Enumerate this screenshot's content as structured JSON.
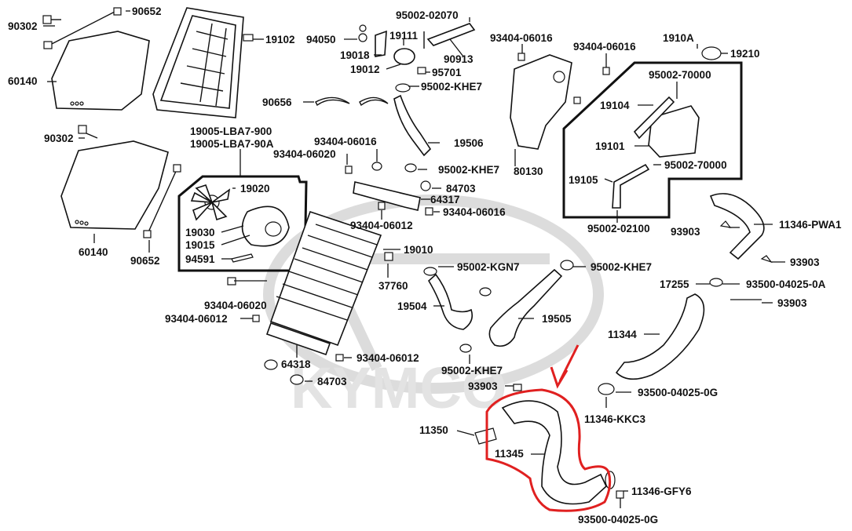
{
  "watermark": {
    "text": "KYMCO"
  },
  "highlight": {
    "color": "#e02020"
  },
  "labels": {
    "l90302a": "90302",
    "l90652a": "90652",
    "l60140a": "60140",
    "l90302b": "90302",
    "l60140b": "60140",
    "l90652b": "90652",
    "l19102": "19102",
    "l94050": "94050",
    "l19111": "19111",
    "l19018": "19018",
    "l19012": "19012",
    "l95701": "95701",
    "l9500202070": "95002-02070",
    "l90913": "90913",
    "l9340406016a": "93404-06016",
    "l9340406016b": "93404-06016",
    "l1910A": "1910A",
    "l19210": "19210",
    "l90656": "90656",
    "l95002KHE7a": "95002-KHE7",
    "l9500270000a": "95002-70000",
    "l19104": "19104",
    "l19101": "19101",
    "l9500270000b": "95002-70000",
    "l19105": "19105",
    "l9500202100": "95002-02100",
    "l19005a": "19005-LBA7-900",
    "l19005b": "19005-LBA7-90A",
    "l9340406016c": "93404-06016",
    "l9340406020a": "93404-06020",
    "l19506": "19506",
    "l95002KHE7b": "95002-KHE7",
    "l80130": "80130",
    "l84703a": "84703",
    "l64317": "64317",
    "l9340406016d": "93404-06016",
    "l19020": "19020",
    "l19030": "19030",
    "l19015": "19015",
    "l94591": "94591",
    "l9340406012a": "93404-06012",
    "l19010": "19010",
    "l37760": "37760",
    "l95002KGN7": "95002-KGN7",
    "l95002KHE7c": "95002-KHE7",
    "l93903a": "93903",
    "l11346PWA1": "11346-PWA1",
    "l93903b": "93903",
    "l17255": "17255",
    "l9350004025A": "93500-04025-0A",
    "l93903c": "93903",
    "l9340406020b": "93404-06020",
    "l9340406012b": "93404-06012",
    "l19504": "19504",
    "l19505": "19505",
    "l11344": "11344",
    "l64318": "64318",
    "l9340406012c": "93404-06012",
    "l84703b": "84703",
    "l95002KHE7d": "95002-KHE7",
    "l93903d": "93903",
    "l9350004025Ga": "93500-04025-0G",
    "l11346KKC3": "11346-KKC3",
    "l11350": "11350",
    "l11345": "11345",
    "l11346GFY6": "11346-GFY6",
    "l9350004025Gb": "93500-04025-0G"
  }
}
